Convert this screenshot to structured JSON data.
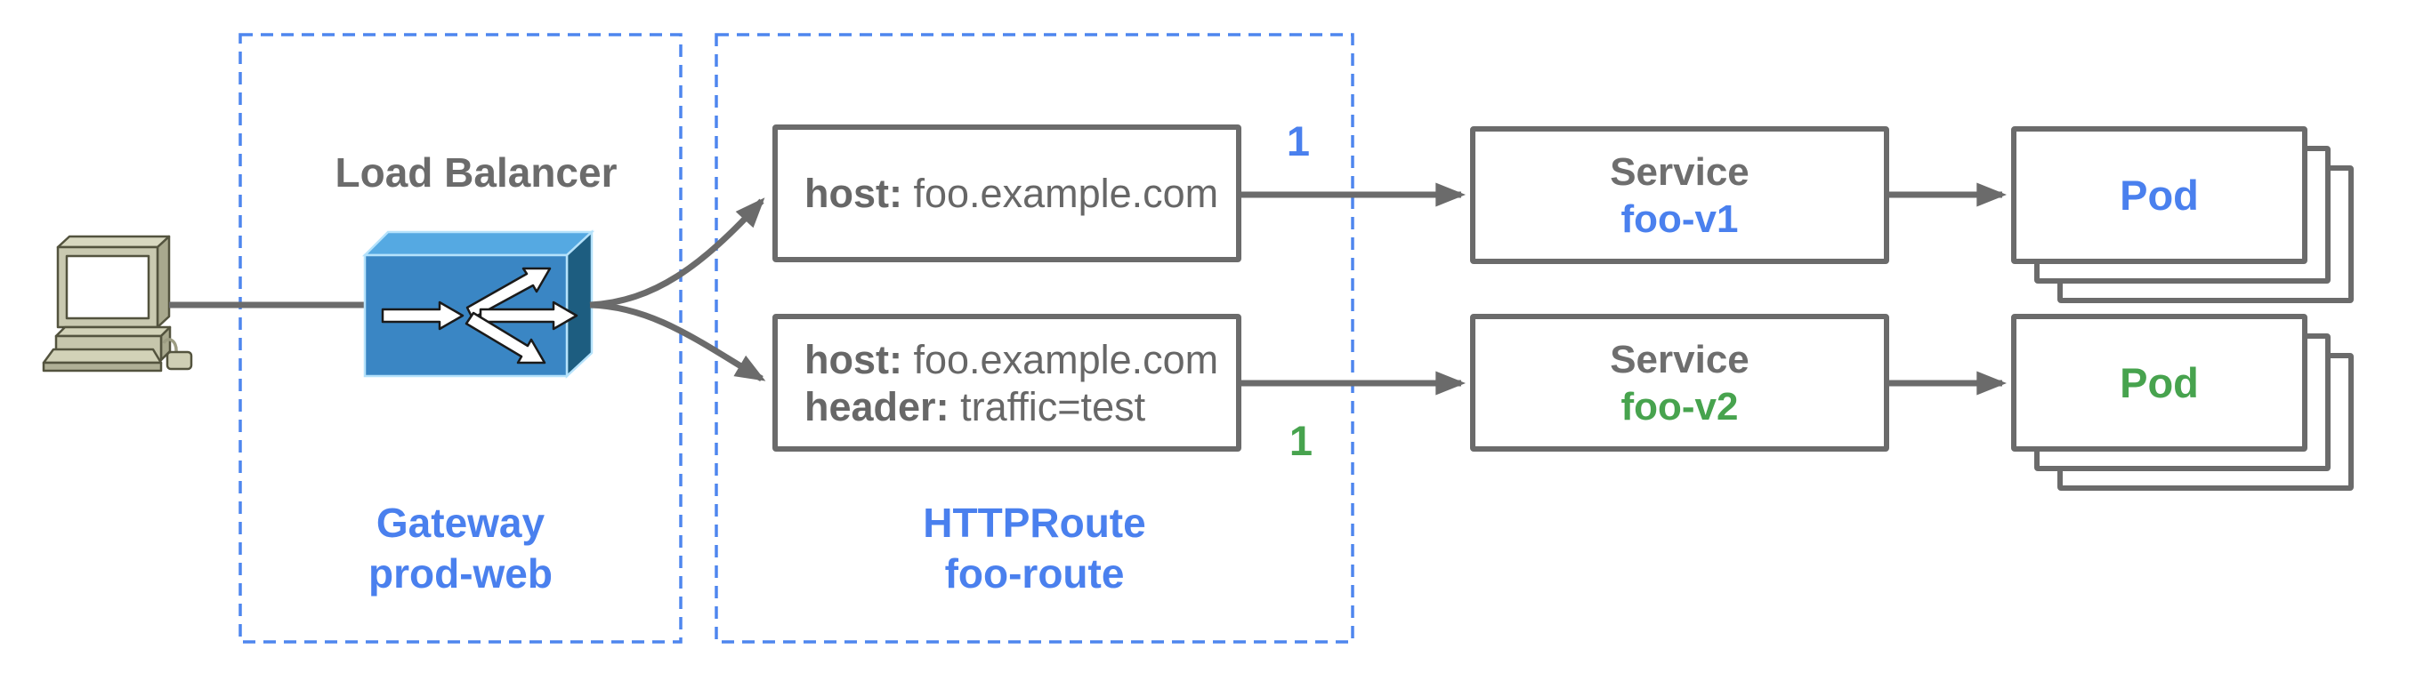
{
  "colors": {
    "blue_accent": "#4a80ee",
    "green_accent": "#47a34e",
    "gray_text": "#676767",
    "box_border_gray": "#6b6b6b",
    "dashed_border_blue": "#4e86ee",
    "lb_front_blue": "#3a86c4",
    "lb_top_blue": "#55a9e2",
    "lb_side_blue": "#1d5d80",
    "computer_beige": "#c9c9b0"
  },
  "client": {
    "icon": "desktop-computer"
  },
  "gateway": {
    "node_title": "Load Balancer",
    "icon": "load-balancer",
    "label_kind": "Gateway",
    "label_name": "prod-web"
  },
  "httproute": {
    "label_kind": "HTTPRoute",
    "label_name": "foo-route",
    "rule1": {
      "host_key": "host:",
      "host_value": "foo.example.com",
      "weight": "1"
    },
    "rule2": {
      "host_key": "host:",
      "host_value": "foo.example.com",
      "header_key": "header:",
      "header_value": "traffic=test",
      "weight": "1"
    }
  },
  "service1": {
    "kind": "Service",
    "name": "foo-v1"
  },
  "service2": {
    "kind": "Service",
    "name": "foo-v2"
  },
  "pod1": {
    "label": "Pod"
  },
  "pod2": {
    "label": "Pod"
  }
}
